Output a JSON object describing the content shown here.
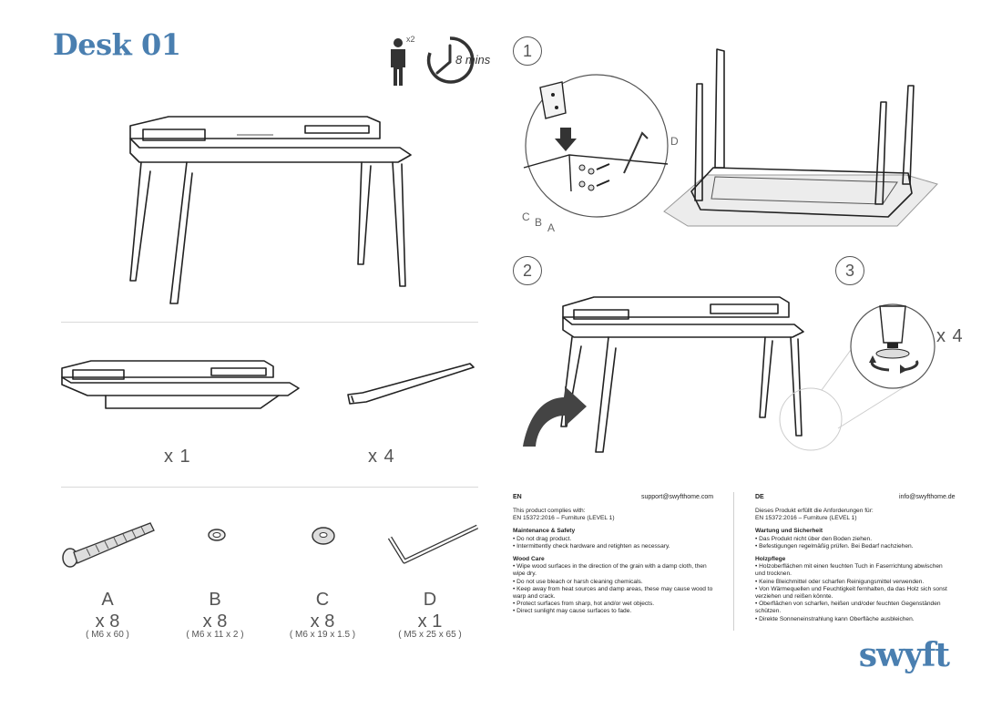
{
  "header": {
    "title": "Desk 01",
    "people": "x2",
    "time": "8 mins"
  },
  "parts": {
    "desk_top_qty": "x 1",
    "legs_qty": "x 4"
  },
  "hardware": [
    {
      "letter": "A",
      "qty": "x 8",
      "spec": "( M6 x 60 )"
    },
    {
      "letter": "B",
      "qty": "x 8",
      "spec": "( M6 x 11 x 2 )"
    },
    {
      "letter": "C",
      "qty": "x 8",
      "spec": "( M6 x 19 x 1.5 )"
    },
    {
      "letter": "D",
      "qty": "x 1",
      "spec": "( M5 x 25 x 65 )"
    }
  ],
  "steps": {
    "s1": "1",
    "s2": "2",
    "s3": "3",
    "detail_labels": {
      "a": "A",
      "b": "B",
      "c": "C",
      "d": "D"
    },
    "s3_qty": "x 4"
  },
  "info_en": {
    "lang": "EN",
    "email": "support@swyfthome.com",
    "comply1": "This product complies with:",
    "comply2": "EN 15372:2016 – Furniture (LEVEL 1)",
    "h1": "Maintenance & Safety",
    "l1": "• Do not drag product.",
    "l2": "• Intermittently check hardware and retighten as necessary.",
    "h2": "Wood Care",
    "l3": "• Wipe wood surfaces in the direction of the grain with a damp cloth, then wipe dry.",
    "l4": "• Do not use bleach or harsh cleaning chemicals.",
    "l5": "• Keep away from heat sources and damp areas, these may cause wood to warp and crack.",
    "l6": "• Protect surfaces from sharp, hot and/or wet objects.",
    "l7": "• Direct sunlight may cause surfaces to fade."
  },
  "info_de": {
    "lang": "DE",
    "email": "info@swyfthome.de",
    "comply1": "Dieses Produkt erfüllt die Anforderungen für:",
    "comply2": "EN 15372:2016 – Furniture (LEVEL 1)",
    "h1": "Wartung und Sicherheit",
    "l1": "• Das Produkt nicht über den Boden ziehen.",
    "l2": "• Befestigungen regelmäßig prüfen. Bei Bedarf nachziehen.",
    "h2": "Holzpflege",
    "l3": "• Holzoberflächen mit einen feuchten Tuch in Faserrichtung abwischen und trocknen.",
    "l4": "• Keine Bleichmittel oder scharfen Reinigungsmittel verwenden.",
    "l5": "• Von Wärmequellen und Feuchtigkeit fernhalten, da das Holz sich sonst verziehen und reißen könnte.",
    "l6": "• Oberflächen von scharfen, heißen und/oder feuchten Gegenständen schützen.",
    "l7": "• Direkte Sonneneinstrahlung kann Oberfläche ausbleichen."
  },
  "brand": "swyft"
}
